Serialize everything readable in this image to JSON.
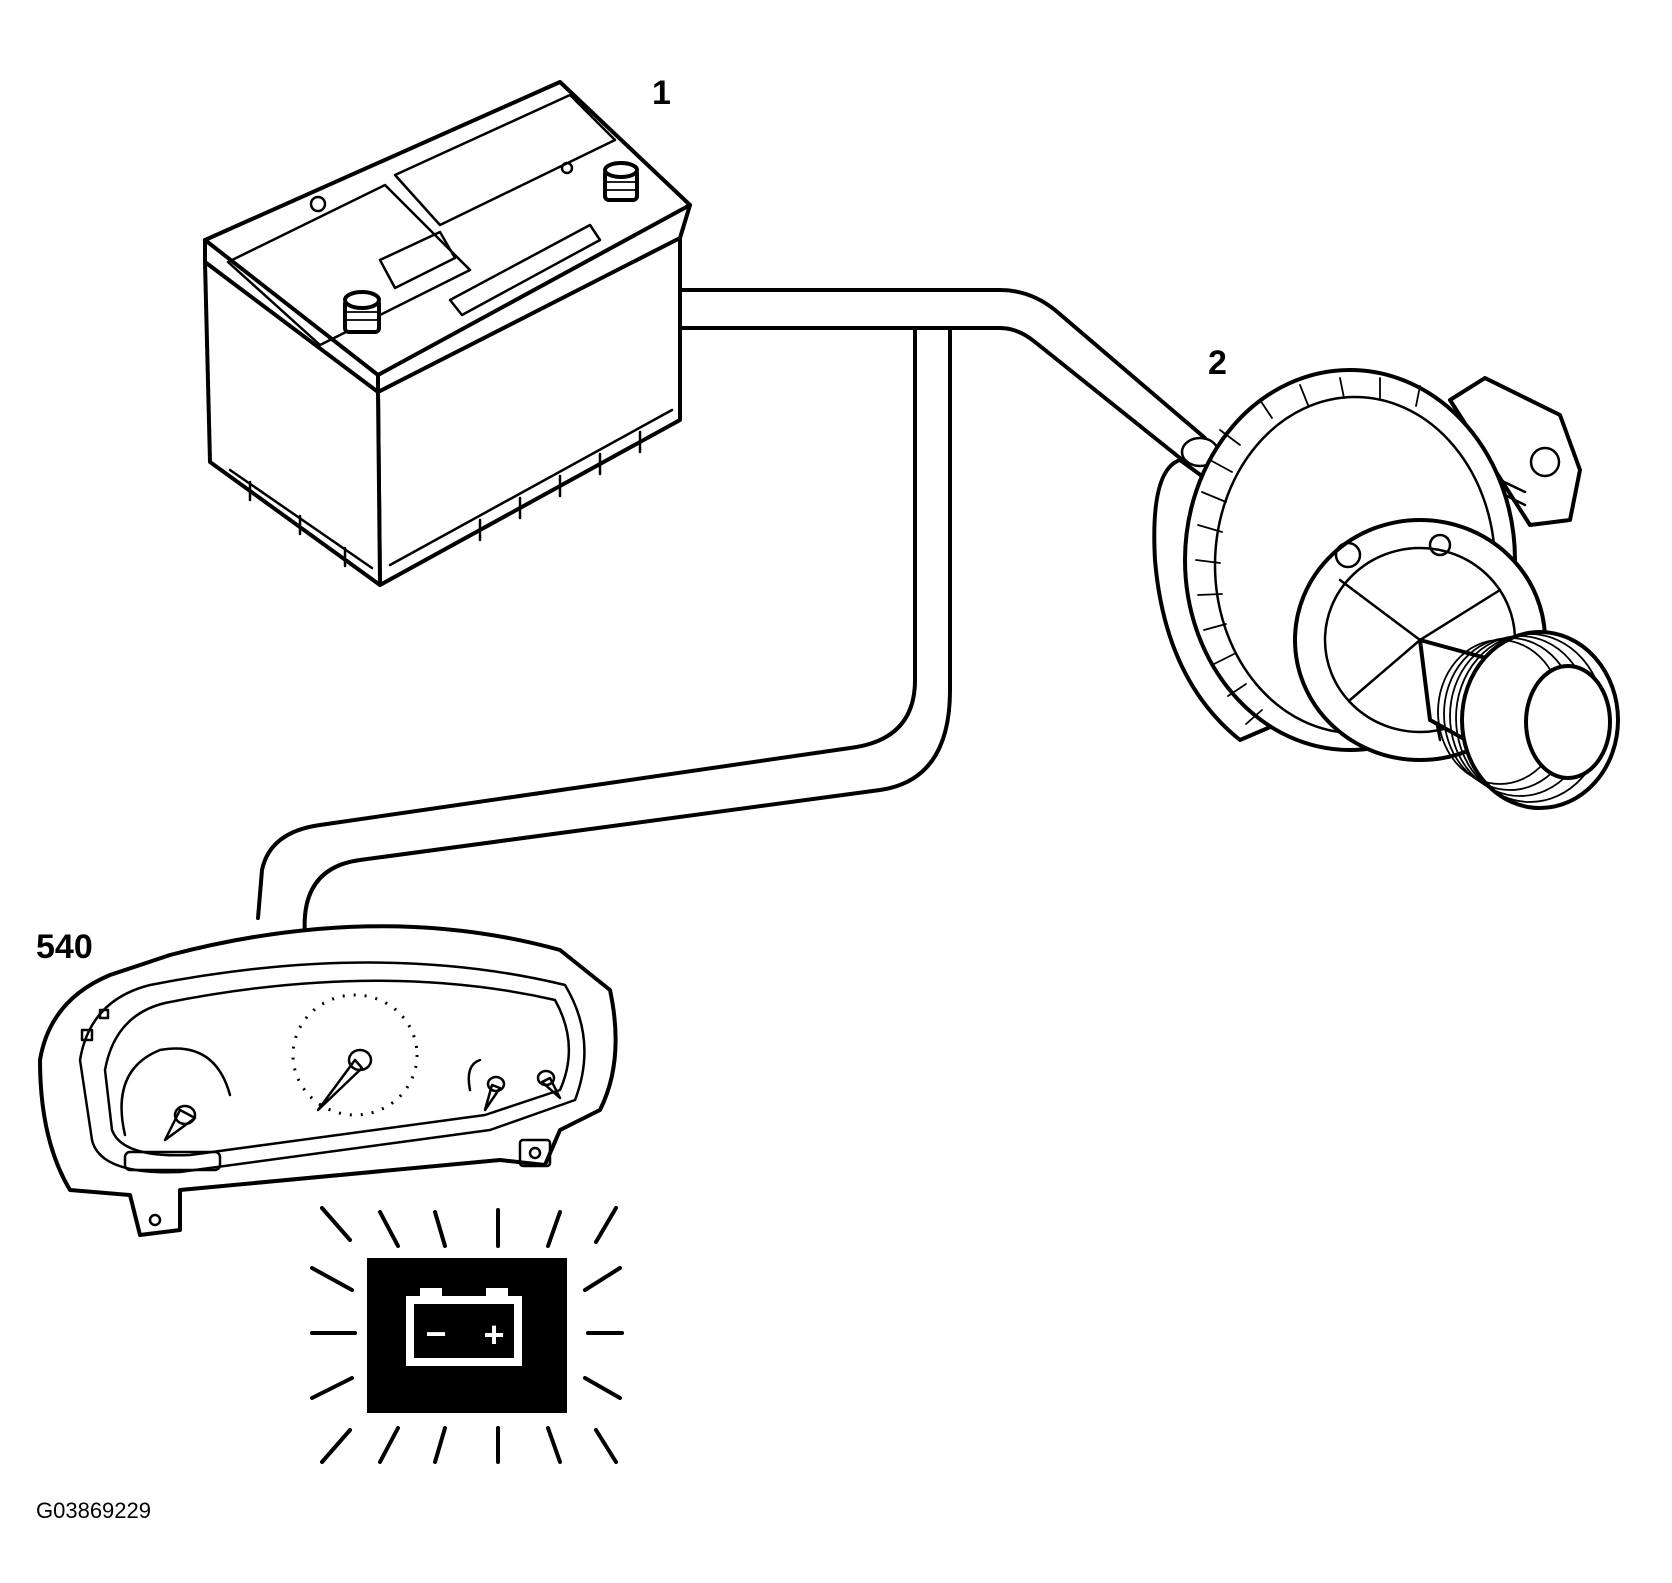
{
  "callouts": {
    "battery": "1",
    "alternator": "2",
    "instrument_cluster": "540"
  },
  "figure_id": "G03869229",
  "icons": {
    "battery": "battery-icon",
    "alternator": "alternator-icon",
    "instrument_cluster": "instrument-cluster-icon",
    "charge_warning": "battery-warning-lamp-icon",
    "battery_minus": "−",
    "battery_plus": "+"
  },
  "colors": {
    "line": "#000000",
    "background": "#ffffff"
  }
}
